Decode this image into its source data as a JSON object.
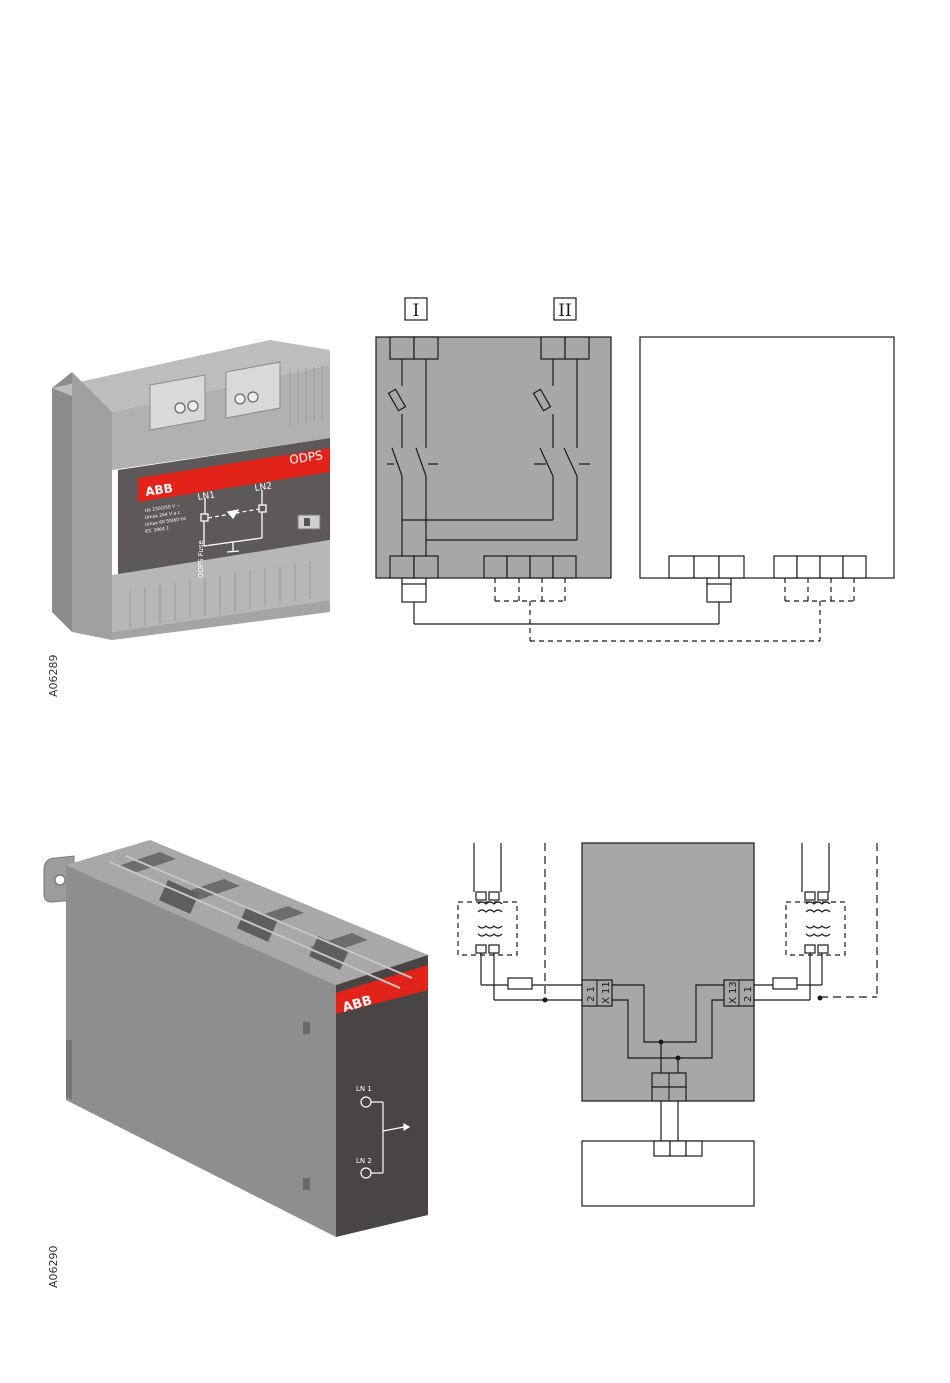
{
  "figure1": {
    "code": "A06289",
    "device": {
      "brand": "ABB",
      "model": "ODPS",
      "input1": "LN1",
      "input2": "LN2",
      "ratings": [
        "Ue 230/250 V ~",
        "Umax 264 V a.c.",
        "Umax 60  50/60 Hz",
        "IEC 3864   1"
      ],
      "side_label": "ODPS   Fuse"
    },
    "diagram": {
      "source1": "I",
      "source2": "II"
    }
  },
  "figure2": {
    "code": "A06290",
    "device": {
      "brand": "ABB",
      "input1": "LN 1",
      "input2": "LN 2"
    },
    "diagram": {
      "left_terminal": "X 11",
      "left_pins": "2 1",
      "right_terminal": "X 13",
      "right_pins": "2 1"
    }
  },
  "colors": {
    "abb_red": "#e2231a",
    "box_gray": "#a7a7a7",
    "device_gray": "#9a9a9a",
    "dark_panel": "#4a4545"
  }
}
